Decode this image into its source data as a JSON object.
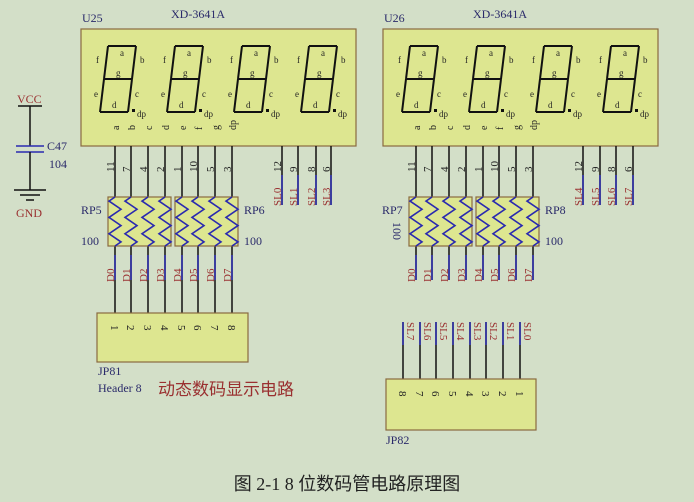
{
  "colors": {
    "background": "#d3dfc8",
    "component_fill": "#dde690",
    "net_label": "#9a3030",
    "ref_label": "#2a2a6a",
    "resistor": "#2a2ab0"
  },
  "displays": [
    {
      "ref": "U25",
      "part": "XD-3641A",
      "segment_pins": [
        {
          "name": "a",
          "num": "11"
        },
        {
          "name": "b",
          "num": "7"
        },
        {
          "name": "c",
          "num": "4"
        },
        {
          "name": "d",
          "num": "2"
        },
        {
          "name": "e",
          "num": "1"
        },
        {
          "name": "f",
          "num": "10"
        },
        {
          "name": "g",
          "num": "5"
        },
        {
          "name": "dp",
          "num": "3"
        }
      ],
      "select_pins": [
        {
          "num": "12",
          "net": "SL0"
        },
        {
          "num": "9",
          "net": "SL1"
        },
        {
          "num": "8",
          "net": "SL2"
        },
        {
          "num": "6",
          "net": "SL3"
        }
      ],
      "resistors": [
        {
          "ref": "RP5",
          "value": "100"
        },
        {
          "ref": "RP6",
          "value": "100"
        }
      ],
      "data_nets": [
        "D0",
        "D1",
        "D2",
        "D3",
        "D4",
        "D5",
        "D6",
        "D7"
      ]
    },
    {
      "ref": "U26",
      "part": "XD-3641A",
      "segment_pins": [
        {
          "name": "a",
          "num": "11"
        },
        {
          "name": "b",
          "num": "7"
        },
        {
          "name": "c",
          "num": "4"
        },
        {
          "name": "d",
          "num": "2"
        },
        {
          "name": "e",
          "num": "1"
        },
        {
          "name": "f",
          "num": "10"
        },
        {
          "name": "g",
          "num": "5"
        },
        {
          "name": "dp",
          "num": "3"
        }
      ],
      "select_pins": [
        {
          "num": "12",
          "net": "SL4"
        },
        {
          "num": "9",
          "net": "SL5"
        },
        {
          "num": "8",
          "net": "SL6"
        },
        {
          "num": "6",
          "net": "SL7"
        }
      ],
      "resistors": [
        {
          "ref": "RP7",
          "value": "100"
        },
        {
          "ref": "RP8",
          "value": "100"
        }
      ],
      "data_nets": [
        "D0",
        "D1",
        "D2",
        "D3",
        "D4",
        "D5",
        "D6",
        "D7"
      ]
    }
  ],
  "segment_letters": [
    "a",
    "b",
    "c",
    "d",
    "e",
    "f",
    "g",
    "dp"
  ],
  "capacitor": {
    "ref": "C47",
    "value": "104",
    "vcc": "VCC",
    "gnd": "GND"
  },
  "jp81": {
    "ref": "JP81",
    "type": "Header 8",
    "pins": [
      "1",
      "2",
      "3",
      "4",
      "5",
      "6",
      "7",
      "8"
    ]
  },
  "jp82": {
    "ref": "JP82",
    "pins": [
      "8",
      "7",
      "6",
      "5",
      "4",
      "3",
      "2",
      "1"
    ],
    "nets": [
      "SL7",
      "SL6",
      "SL5",
      "SL4",
      "SL3",
      "SL2",
      "SL1",
      "SL0"
    ]
  },
  "circuit_title": "动态数码显示电路",
  "caption": "图 2-1   8 位数码管电路原理图"
}
